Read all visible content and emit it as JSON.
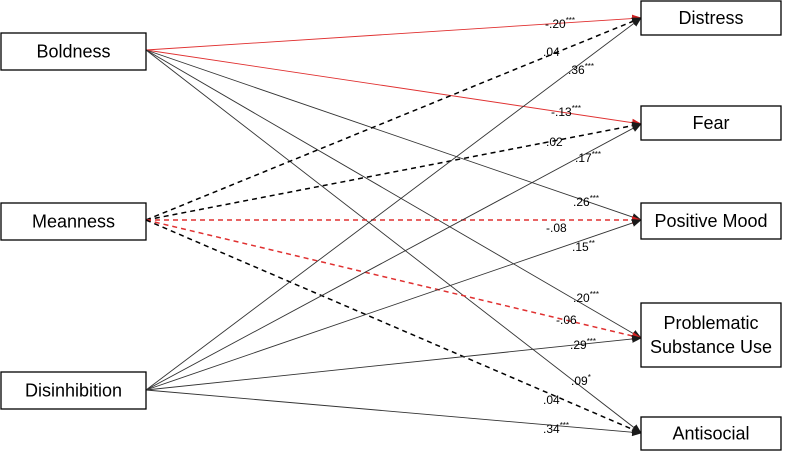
{
  "predictors": [
    {
      "id": "boldness",
      "label": "Boldness"
    },
    {
      "id": "meanness",
      "label": "Meanness"
    },
    {
      "id": "disinhibition",
      "label": "Disinhibition"
    }
  ],
  "outcomes": [
    {
      "id": "distress",
      "lines": [
        "Distress"
      ]
    },
    {
      "id": "fear",
      "lines": [
        "Fear"
      ]
    },
    {
      "id": "positive-mood",
      "lines": [
        "Positive Mood"
      ]
    },
    {
      "id": "problematic-substance-use",
      "lines": [
        "Problematic",
        "Substance Use"
      ]
    },
    {
      "id": "antisocial",
      "lines": [
        "Antisocial"
      ]
    }
  ],
  "paths": [
    {
      "from": "boldness",
      "to": "distress",
      "coef": "-.20",
      "sig": "***",
      "style": "solid",
      "color": "#e03030"
    },
    {
      "from": "boldness",
      "to": "fear",
      "coef": "-.13",
      "sig": "***",
      "style": "solid",
      "color": "#e03030"
    },
    {
      "from": "boldness",
      "to": "positive-mood",
      "coef": ".26",
      "sig": "***",
      "style": "solid",
      "color": "#333333"
    },
    {
      "from": "boldness",
      "to": "problematic-substance-use",
      "coef": ".20",
      "sig": "***",
      "style": "solid",
      "color": "#333333"
    },
    {
      "from": "boldness",
      "to": "antisocial",
      "coef": ".09",
      "sig": "*",
      "style": "solid",
      "color": "#333333"
    },
    {
      "from": "meanness",
      "to": "distress",
      "coef": ".04",
      "sig": "",
      "style": "dashed",
      "color": "#000000"
    },
    {
      "from": "meanness",
      "to": "fear",
      "coef": "-.02",
      "sig": "",
      "style": "dashed",
      "color": "#000000"
    },
    {
      "from": "meanness",
      "to": "positive-mood",
      "coef": "-.08",
      "sig": "",
      "style": "dashed",
      "color": "#e03030"
    },
    {
      "from": "meanness",
      "to": "problematic-substance-use",
      "coef": "-.06",
      "sig": "",
      "style": "dashed",
      "color": "#e03030"
    },
    {
      "from": "meanness",
      "to": "antisocial",
      "coef": ".04",
      "sig": "",
      "style": "dashed",
      "color": "#000000"
    },
    {
      "from": "disinhibition",
      "to": "distress",
      "coef": ".36",
      "sig": "***",
      "style": "solid",
      "color": "#333333"
    },
    {
      "from": "disinhibition",
      "to": "fear",
      "coef": ".17",
      "sig": "***",
      "style": "solid",
      "color": "#333333"
    },
    {
      "from": "disinhibition",
      "to": "positive-mood",
      "coef": ".15",
      "sig": "**",
      "style": "solid",
      "color": "#333333"
    },
    {
      "from": "disinhibition",
      "to": "problematic-substance-use",
      "coef": ".29",
      "sig": "***",
      "style": "solid",
      "color": "#333333"
    },
    {
      "from": "disinhibition",
      "to": "antisocial",
      "coef": ".34",
      "sig": "***",
      "style": "solid",
      "color": "#333333"
    }
  ]
}
